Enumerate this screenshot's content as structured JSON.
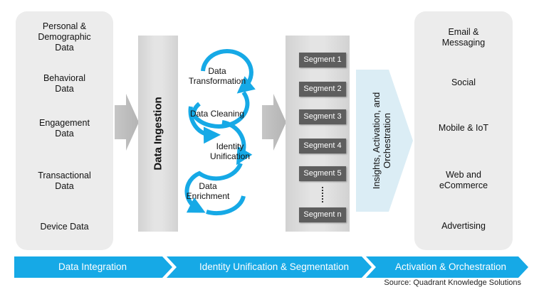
{
  "sources": [
    {
      "label": "Personal &\nDemographic\nData"
    },
    {
      "label": "Behavioral\nData"
    },
    {
      "label": "Engagement\nData"
    },
    {
      "label": "Transactional\nData"
    },
    {
      "label": "Device Data"
    }
  ],
  "ingestion": {
    "label": "Data Ingestion"
  },
  "process_steps": [
    {
      "label": "Data\nTransformation"
    },
    {
      "label": "Data Cleaning"
    },
    {
      "label": "Identity\nUnification"
    },
    {
      "label": "Data\nEnrichment"
    }
  ],
  "segments": [
    {
      "label": "Segment 1"
    },
    {
      "label": "Segment 2"
    },
    {
      "label": "Segment 3"
    },
    {
      "label": "Segment 4"
    },
    {
      "label": "Segment 5"
    },
    {
      "label": "Segment n"
    }
  ],
  "insights": {
    "label": "Insights, Activation, and\nOrchestration"
  },
  "channels": [
    {
      "label": "Email &\nMessaging"
    },
    {
      "label": "Social"
    },
    {
      "label": "Mobile & IoT"
    },
    {
      "label": "Web and\neCommerce"
    },
    {
      "label": "Advertising"
    }
  ],
  "stages": [
    {
      "label": "Data Integration"
    },
    {
      "label": "Identity Unification & Segmentation"
    },
    {
      "label": "Activation & Orchestration"
    }
  ],
  "source_note": "Source: Quadrant Knowledge Solutions",
  "colors": {
    "accent": "#16a9e6",
    "panel": "#ececec",
    "segment": "#5e5e5e",
    "insights": "#dbedf5"
  }
}
